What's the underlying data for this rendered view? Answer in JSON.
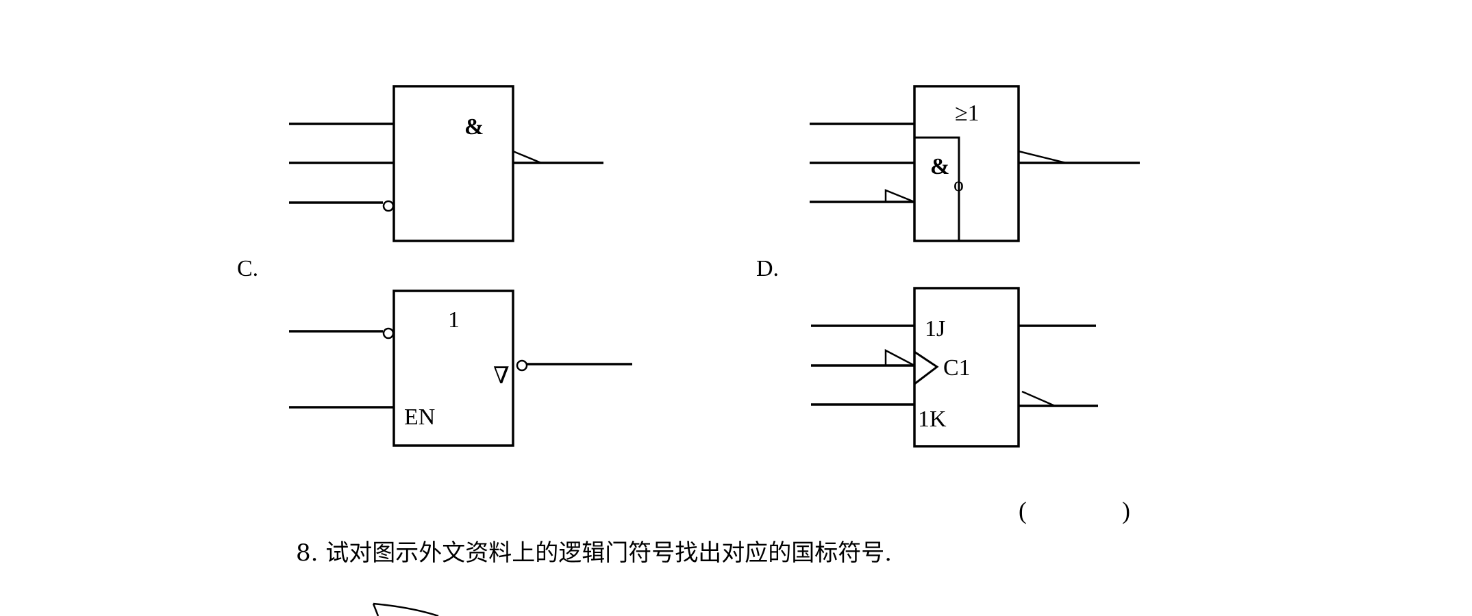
{
  "options": {
    "c_label": "C.",
    "d_label": "D."
  },
  "gates": {
    "top_left": {
      "symbol": "&"
    },
    "top_right": {
      "outer_symbol": "≥1",
      "inner_symbol": "&",
      "inner_bubble": "o"
    },
    "bottom_left": {
      "symbol": "1",
      "enable": "EN",
      "output_mark": "∇"
    },
    "bottom_right": {
      "j": "1J",
      "clock": "C1",
      "k": "1K"
    }
  },
  "answer_bracket": {
    "open": "(",
    "close": ")"
  },
  "question": {
    "text": "8. 试对图示外文资料上的逻辑门符号找出对应的国标符号."
  }
}
